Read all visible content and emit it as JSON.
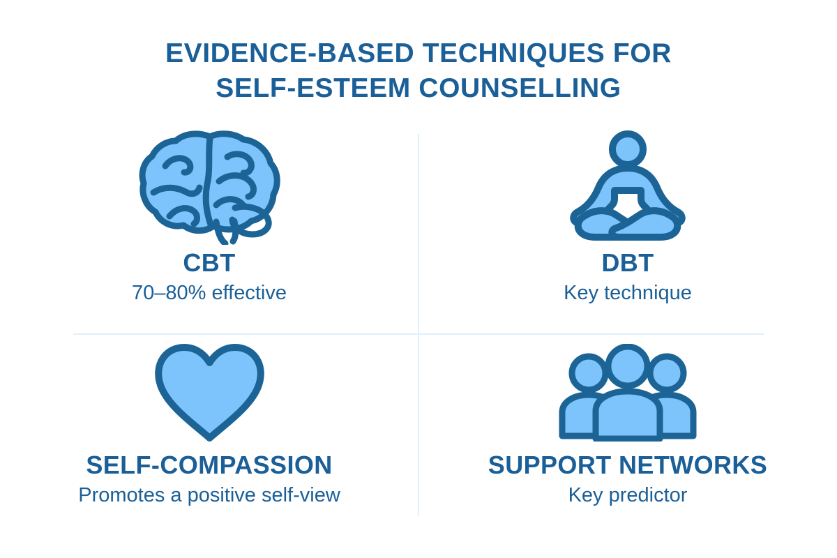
{
  "page": {
    "background_color": "#ffffff",
    "accent_dark": "#1a5f97",
    "accent_outline": "#1c6396",
    "accent_light": "#7cc4fb",
    "divider_color": "#e0f0fc"
  },
  "title": {
    "line1": "EVIDENCE-BASED TECHNIQUES FOR",
    "line2": "SELF-ESTEEM COUNSELLING"
  },
  "cards": [
    {
      "icon": "brain-icon",
      "heading": "CBT",
      "subtitle": "70–80% effective"
    },
    {
      "icon": "meditating-person-icon",
      "heading": "DBT",
      "subtitle": "Key technique"
    },
    {
      "icon": "heart-icon",
      "heading": "SELF-COMPASSION",
      "subtitle": "Promotes a positive self-view"
    },
    {
      "icon": "people-group-icon",
      "heading": "SUPPORT NETWORKS",
      "subtitle": "Key predictor"
    }
  ]
}
